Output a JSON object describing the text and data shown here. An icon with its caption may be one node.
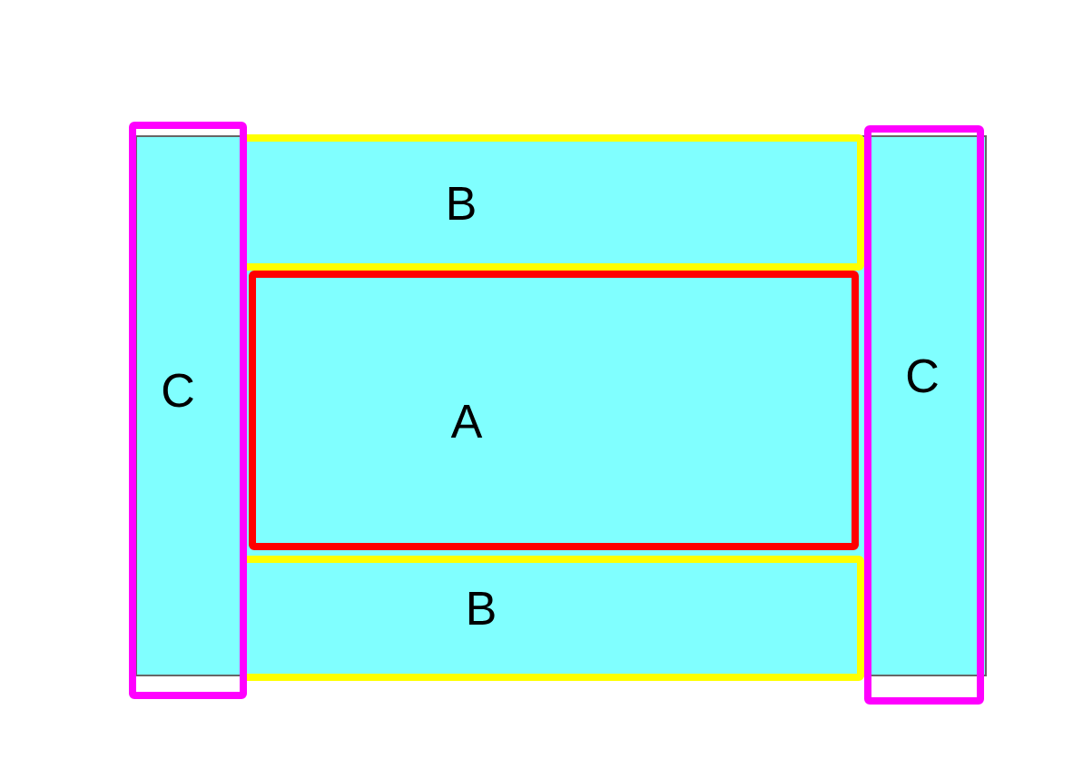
{
  "diagram": {
    "nodes": [
      {
        "text": [
          "B"
        ]
      },
      {
        "text": [
          "C"
        ]
      },
      {
        "text": [
          "A"
        ]
      },
      {
        "text": [
          "C"
        ]
      },
      {
        "text": [
          "B"
        ]
      }
    ]
  }
}
